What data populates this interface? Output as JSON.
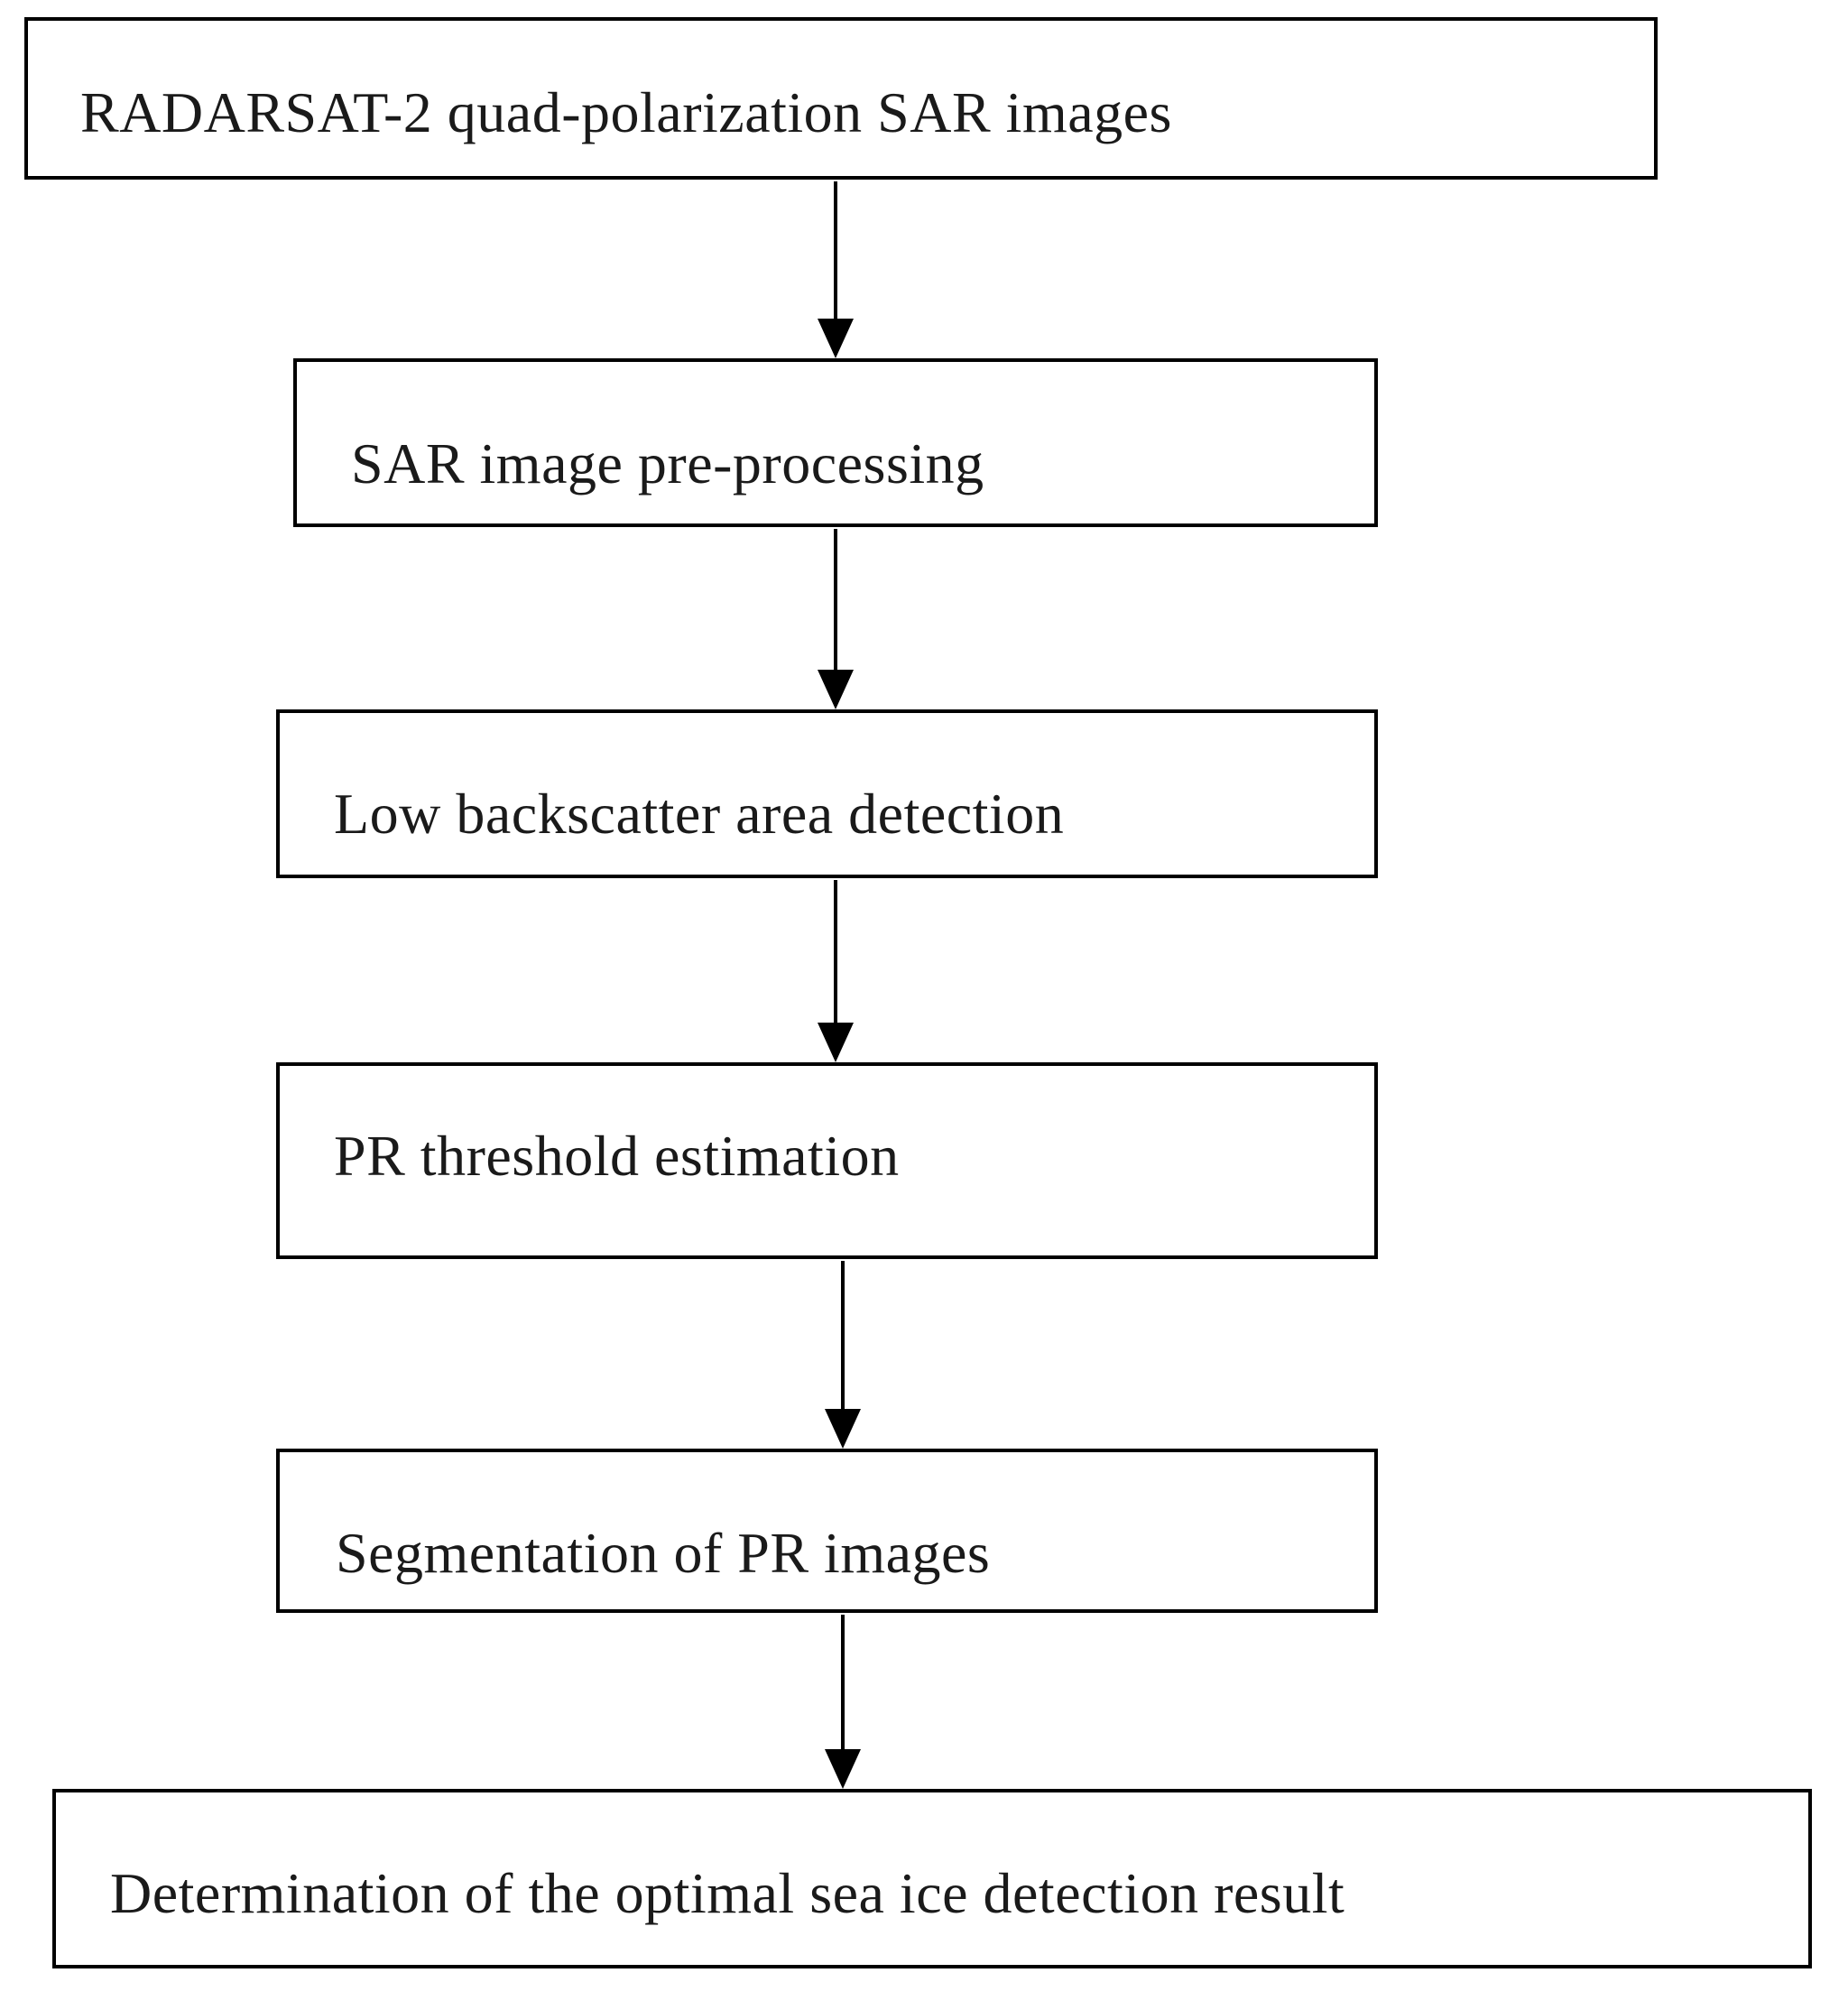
{
  "flowchart": {
    "steps": [
      "RADARSAT-2 quad-polarization SAR images",
      "SAR image pre-processing",
      "Low backscatter area detection",
      "PR threshold estimation",
      "Segmentation of PR images",
      "Determination of the optimal sea ice detection result"
    ]
  }
}
